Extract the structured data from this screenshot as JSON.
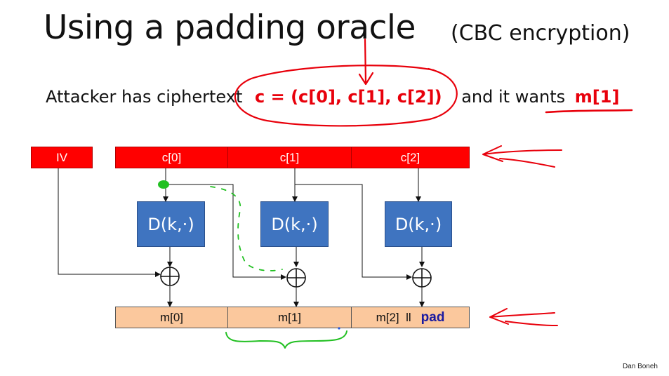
{
  "slide": {
    "title": "Using a padding oracle",
    "subtitle": "(CBC encryption)",
    "line_prefix": "Attacker has ciphertext",
    "ciphertext_expr": "c = (c[0], c[1], c[2])",
    "line_middle": "and it wants",
    "target_expr": "m[1]",
    "author": "Dan Boneh"
  },
  "diagram": {
    "iv_label": "IV",
    "cipher_blocks": [
      "c[0]",
      "c[1]",
      "c[2]"
    ],
    "decrypt_label": "D(k,·)",
    "xor_symbol": "⊕",
    "plain_blocks": [
      "m[0]",
      "m[1]",
      "m[2]  ll"
    ],
    "pad_label": "pad"
  },
  "colors": {
    "red_block": "#ff0000",
    "blue_block": "#3f74c0",
    "plain_block": "#fbc89d",
    "annotation_red": "#e8000b",
    "annotation_green": "#22c022",
    "pad_text": "#1a1aa0"
  }
}
